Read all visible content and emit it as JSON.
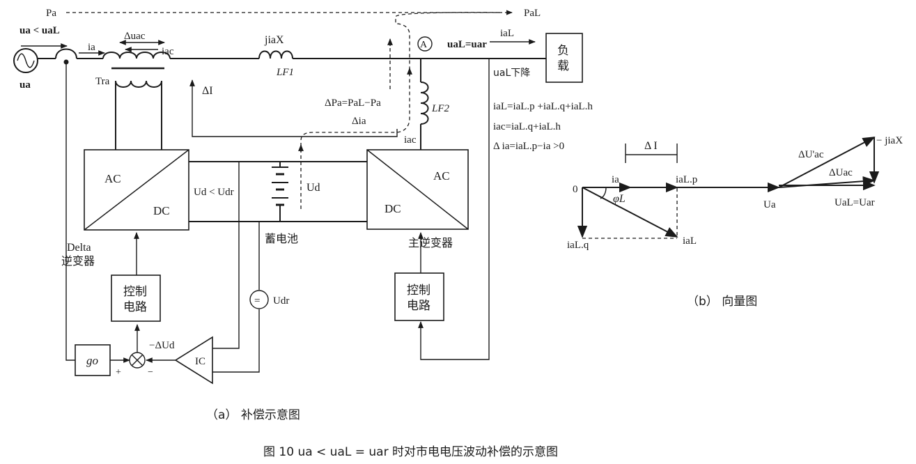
{
  "part_a": {
    "flow": {
      "pa": "Pa",
      "pal": "PaL"
    },
    "source": {
      "ua_less": "ua < uaL",
      "ua": "ua"
    },
    "currents": {
      "ia": "ia",
      "delta_uac": "Δuac",
      "iac_top": "iac",
      "iac_side": "iac",
      "jiax": "jiaX",
      "lf1": "LF1",
      "lf2": "LF2",
      "delta_i": "ΔI",
      "delta_pa": "ΔPa=PaL−Pa",
      "delta_ia": "Δia"
    },
    "meter": "A",
    "load_node": {
      "ual_uar": "uaL=uar",
      "ial": "iaL",
      "ual_drop": "uaL下降"
    },
    "load_box": {
      "line1": "负",
      "line2": "载"
    },
    "equations": [
      "iaL=iaL.p +iaL.q+iaL.h",
      "iac=iaL.q+iaL.h",
      "Δ ia=iaL.p−ia >0"
    ],
    "transformer": "Tra",
    "delta_inverter": {
      "ac": "AC",
      "dc": "DC",
      "name_line1": "Delta",
      "name_line2": "逆变器"
    },
    "dc_link": {
      "ud_less": "Ud < Udr",
      "ud": "Ud",
      "battery": "蓄电池",
      "udr": "Udr"
    },
    "main_inverter": {
      "ac": "AC",
      "dc": "DC",
      "name": "主逆变器"
    },
    "control_left": {
      "line1": "控制",
      "line2": "电路"
    },
    "control_right": {
      "line1": "控制",
      "line2": "电路"
    },
    "feedback": {
      "go": "go",
      "minus_delta_ud": "−ΔUd",
      "ic": "IC",
      "plus": "+",
      "minus": "−"
    },
    "caption": "（a）  补偿示意图"
  },
  "part_b": {
    "delta_i_label": "Δ I",
    "origin": "0",
    "ia": "ia",
    "ialp": "iaL.p",
    "phi": "φL",
    "ialq": "iaL.q",
    "ial": "iaL",
    "ua": "Ua",
    "ual_uar": "UaL=Uar",
    "delta_uac_prime": "ΔU'ac",
    "delta_uac": "ΔUac",
    "jiax": "− jiaX",
    "caption": "（b）  向量图"
  },
  "figure_caption": "图 10     ua < uaL = uar 时对市电电压波动补偿的示意图"
}
